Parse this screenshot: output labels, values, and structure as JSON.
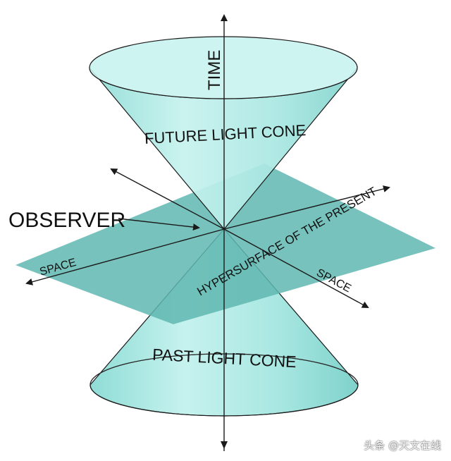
{
  "labels": {
    "time": "TIME",
    "future_cone": "FUTURE LIGHT CONE",
    "past_cone": "PAST LIGHT CONE",
    "observer": "OBSERVER",
    "space_left": "SPACE",
    "space_right": "SPACE",
    "hypersurface": "HYPERSURFACE OF THE PRESENT"
  },
  "watermark": "头条 @天文在线",
  "colors": {
    "cone_fill": "#a6e6e2",
    "cone_rim": "#c9f3f0",
    "plane_fill": "#5fb7b0",
    "line": "#1a1a1a"
  }
}
